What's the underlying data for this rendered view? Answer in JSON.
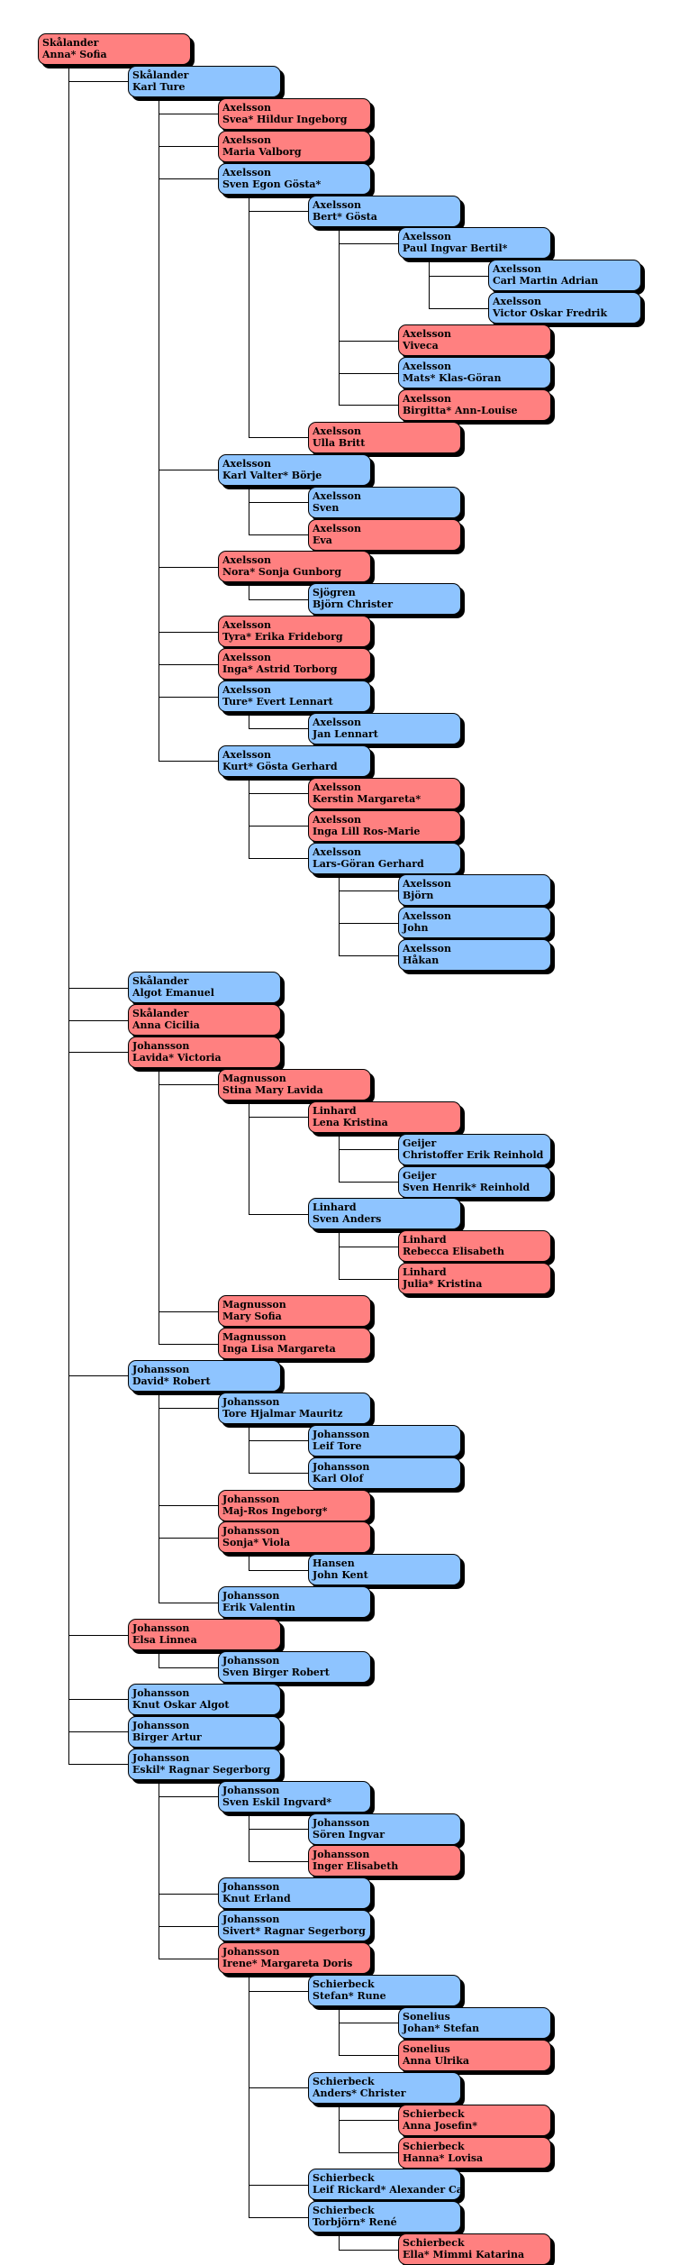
{
  "colors": {
    "male": "#8ec4ff",
    "female": "#ff8080",
    "line": "#000000"
  },
  "persons": [
    {
      "id": 0,
      "p": -1,
      "g": "f",
      "s": "Skålander",
      "n": "Anna* Sofia"
    },
    {
      "id": 1,
      "p": 0,
      "g": "m",
      "s": "Skålander",
      "n": "Karl Ture"
    },
    {
      "id": 2,
      "p": 1,
      "g": "f",
      "s": "Axelsson",
      "n": "Svea* Hildur Ingeborg"
    },
    {
      "id": 3,
      "p": 1,
      "g": "f",
      "s": "Axelsson",
      "n": "Maria Valborg"
    },
    {
      "id": 4,
      "p": 1,
      "g": "m",
      "s": "Axelsson",
      "n": "Sven Egon  Gösta*"
    },
    {
      "id": 5,
      "p": 4,
      "g": "m",
      "s": "Axelsson",
      "n": "Bert* Gösta"
    },
    {
      "id": 6,
      "p": 5,
      "g": "m",
      "s": "Axelsson",
      "n": "Paul Ingvar  Bertil*"
    },
    {
      "id": 7,
      "p": 6,
      "g": "m",
      "s": "Axelsson",
      "n": "Carl Martin Adrian"
    },
    {
      "id": 8,
      "p": 6,
      "g": "m",
      "s": "Axelsson",
      "n": "Victor Oskar Fredrik"
    },
    {
      "id": 9,
      "p": 5,
      "g": "f",
      "s": "Axelsson",
      "n": "Viveca"
    },
    {
      "id": 10,
      "p": 5,
      "g": "m",
      "s": "Axelsson",
      "n": "Mats* Klas-Göran"
    },
    {
      "id": 11,
      "p": 5,
      "g": "f",
      "s": "Axelsson",
      "n": "Birgitta* Ann-Louise"
    },
    {
      "id": 12,
      "p": 4,
      "g": "f",
      "s": "Axelsson",
      "n": "Ulla Britt"
    },
    {
      "id": 13,
      "p": 1,
      "g": "m",
      "s": "Axelsson",
      "n": "Karl  Valter* Börje"
    },
    {
      "id": 14,
      "p": 13,
      "g": "m",
      "s": "Axelsson",
      "n": "Sven"
    },
    {
      "id": 15,
      "p": 13,
      "g": "f",
      "s": "Axelsson",
      "n": "Eva"
    },
    {
      "id": 16,
      "p": 1,
      "g": "f",
      "s": "Axelsson",
      "n": "Nora* Sonja Gunborg"
    },
    {
      "id": 17,
      "p": 16,
      "g": "m",
      "s": "Sjögren",
      "n": "Björn Christer"
    },
    {
      "id": 18,
      "p": 1,
      "g": "f",
      "s": "Axelsson",
      "n": "Tyra* Erika Frideborg"
    },
    {
      "id": 19,
      "p": 1,
      "g": "f",
      "s": "Axelsson",
      "n": "Inga* Astrid Torborg"
    },
    {
      "id": 20,
      "p": 1,
      "g": "m",
      "s": "Axelsson",
      "n": "Ture* Evert Lennart"
    },
    {
      "id": 21,
      "p": 20,
      "g": "m",
      "s": "Axelsson",
      "n": "Jan Lennart"
    },
    {
      "id": 22,
      "p": 1,
      "g": "m",
      "s": "Axelsson",
      "n": "Kurt*  Gösta Gerhard"
    },
    {
      "id": 23,
      "p": 22,
      "g": "f",
      "s": "Axelsson",
      "n": "Kerstin Margareta*"
    },
    {
      "id": 24,
      "p": 22,
      "g": "f",
      "s": "Axelsson",
      "n": "Inga Lill Ros-Marie"
    },
    {
      "id": 25,
      "p": 22,
      "g": "m",
      "s": "Axelsson",
      "n": "Lars-Göran Gerhard"
    },
    {
      "id": 26,
      "p": 25,
      "g": "m",
      "s": "Axelsson",
      "n": "Björn"
    },
    {
      "id": 27,
      "p": 25,
      "g": "m",
      "s": "Axelsson",
      "n": "John"
    },
    {
      "id": 28,
      "p": 25,
      "g": "m",
      "s": "Axelsson",
      "n": "Håkan"
    },
    {
      "id": 29,
      "p": 0,
      "g": "m",
      "s": "Skålander",
      "n": "Algot Emanuel"
    },
    {
      "id": 30,
      "p": 0,
      "g": "f",
      "s": "Skålander",
      "n": "Anna Cicilia"
    },
    {
      "id": 31,
      "p": 0,
      "g": "f",
      "s": "Johansson",
      "n": "Lavida*  Victoria"
    },
    {
      "id": 32,
      "p": 31,
      "g": "f",
      "s": "Magnusson",
      "n": "Stina Mary Lavida"
    },
    {
      "id": 33,
      "p": 32,
      "g": "f",
      "s": "Linhard",
      "n": "Lena Kristina"
    },
    {
      "id": 34,
      "p": 33,
      "g": "m",
      "s": "Geijer",
      "n": "Christoffer Erik Reinhold"
    },
    {
      "id": 35,
      "p": 33,
      "g": "m",
      "s": "Geijer",
      "n": "Sven  Henrik* Reinhold"
    },
    {
      "id": 36,
      "p": 32,
      "g": "m",
      "s": "Linhard",
      "n": "Sven Anders"
    },
    {
      "id": 37,
      "p": 36,
      "g": "f",
      "s": "Linhard",
      "n": "Rebecca Elisabeth"
    },
    {
      "id": 38,
      "p": 36,
      "g": "f",
      "s": "Linhard",
      "n": "Julia* Kristina"
    },
    {
      "id": 39,
      "p": 31,
      "g": "f",
      "s": "Magnusson",
      "n": "Mary Sofia"
    },
    {
      "id": 40,
      "p": 31,
      "g": "f",
      "s": "Magnusson",
      "n": "Inga Lisa Margareta"
    },
    {
      "id": 41,
      "p": 0,
      "g": "m",
      "s": "Johansson",
      "n": "David*  Robert"
    },
    {
      "id": 42,
      "p": 41,
      "g": "m",
      "s": "Johansson",
      "n": "Tore Hjalmar Mauritz"
    },
    {
      "id": 43,
      "p": 42,
      "g": "m",
      "s": "Johansson",
      "n": "Leif Tore"
    },
    {
      "id": 44,
      "p": 42,
      "g": "m",
      "s": "Johansson",
      "n": "Karl Olof"
    },
    {
      "id": 45,
      "p": 41,
      "g": "f",
      "s": "Johansson",
      "n": "Maj-Ros  Ingeborg*"
    },
    {
      "id": 46,
      "p": 41,
      "g": "f",
      "s": "Johansson",
      "n": "Sonja* Viola"
    },
    {
      "id": 47,
      "p": 46,
      "g": "m",
      "s": "Hansen",
      "n": "John Kent"
    },
    {
      "id": 48,
      "p": 41,
      "g": "m",
      "s": "Johansson",
      "n": "Erik Valentin"
    },
    {
      "id": 49,
      "p": 0,
      "g": "f",
      "s": "Johansson",
      "n": "Elsa Linnea"
    },
    {
      "id": 50,
      "p": 49,
      "g": "m",
      "s": "Johansson",
      "n": "Sven Birger Robert"
    },
    {
      "id": 51,
      "p": 0,
      "g": "m",
      "s": "Johansson",
      "n": "Knut Oskar Algot"
    },
    {
      "id": 52,
      "p": 0,
      "g": "m",
      "s": "Johansson",
      "n": "Birger Artur"
    },
    {
      "id": 53,
      "p": 0,
      "g": "m",
      "s": "Johansson",
      "n": "Eskil* Ragnar Segerborg"
    },
    {
      "id": 54,
      "p": 53,
      "g": "m",
      "s": "Johansson",
      "n": "Sven Eskil Ingvard*"
    },
    {
      "id": 55,
      "p": 54,
      "g": "m",
      "s": "Johansson",
      "n": "Sören Ingvar"
    },
    {
      "id": 56,
      "p": 54,
      "g": "f",
      "s": "Johansson",
      "n": "Inger Elisabeth"
    },
    {
      "id": 57,
      "p": 53,
      "g": "m",
      "s": "Johansson",
      "n": "Knut Erland"
    },
    {
      "id": 58,
      "p": 53,
      "g": "m",
      "s": "Johansson",
      "n": "Sivert* Ragnar Segerborg"
    },
    {
      "id": 59,
      "p": 53,
      "g": "f",
      "s": "Johansson",
      "n": "Irene* Margareta Doris"
    },
    {
      "id": 60,
      "p": 59,
      "g": "m",
      "s": "Schierbeck",
      "n": "Stefan* Rune"
    },
    {
      "id": 61,
      "p": 60,
      "g": "m",
      "s": "Sonelius",
      "n": "Johan* Stefan"
    },
    {
      "id": 62,
      "p": 60,
      "g": "f",
      "s": "Sonelius",
      "n": "Anna Ulrika"
    },
    {
      "id": 63,
      "p": 59,
      "g": "m",
      "s": "Schierbeck",
      "n": "Anders* Christer"
    },
    {
      "id": 64,
      "p": 63,
      "g": "f",
      "s": "Schierbeck",
      "n": "Anna  Josefin*"
    },
    {
      "id": 65,
      "p": 63,
      "g": "f",
      "s": "Schierbeck",
      "n": "Hanna* Lovisa"
    },
    {
      "id": 66,
      "p": 59,
      "g": "m",
      "s": "Schierbeck",
      "n": "Leif Rickard* Alexander Ca"
    },
    {
      "id": 67,
      "p": 59,
      "g": "m",
      "s": "Schierbeck",
      "n": "Torbjörn*  René"
    },
    {
      "id": 68,
      "p": 67,
      "g": "f",
      "s": "Schierbeck",
      "n": "Ella*  Mimmi Katarina"
    }
  ]
}
